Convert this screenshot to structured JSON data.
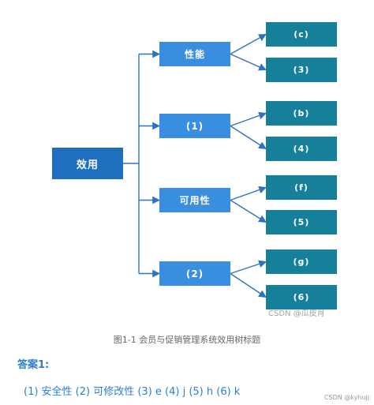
{
  "diagram": {
    "root": "效用",
    "branches": [
      {
        "label": "性能",
        "leaves": [
          "(c)",
          "(3)"
        ]
      },
      {
        "label": "(1)",
        "leaves": [
          "(b)",
          "(4)"
        ]
      },
      {
        "label": "可用性",
        "leaves": [
          "(f)",
          "(5)"
        ]
      },
      {
        "label": "(2)",
        "leaves": [
          "(g)",
          "(6)"
        ]
      }
    ],
    "line_color": "#2b73c2",
    "root_color": "#1f6fbf",
    "branch_color": "#3a8ee0",
    "leaf_color": "#16809a"
  },
  "caption": "图1-1 会员与促销管理系统效用树标题",
  "watermark": "CSDN @瓜皮肖",
  "watermark_small": "CSDN @kyhujj",
  "answer": {
    "title": "答案1:",
    "text": "(1) 安全性 (2) 可修改性 (3) e (4) j (5) h (6) k"
  }
}
